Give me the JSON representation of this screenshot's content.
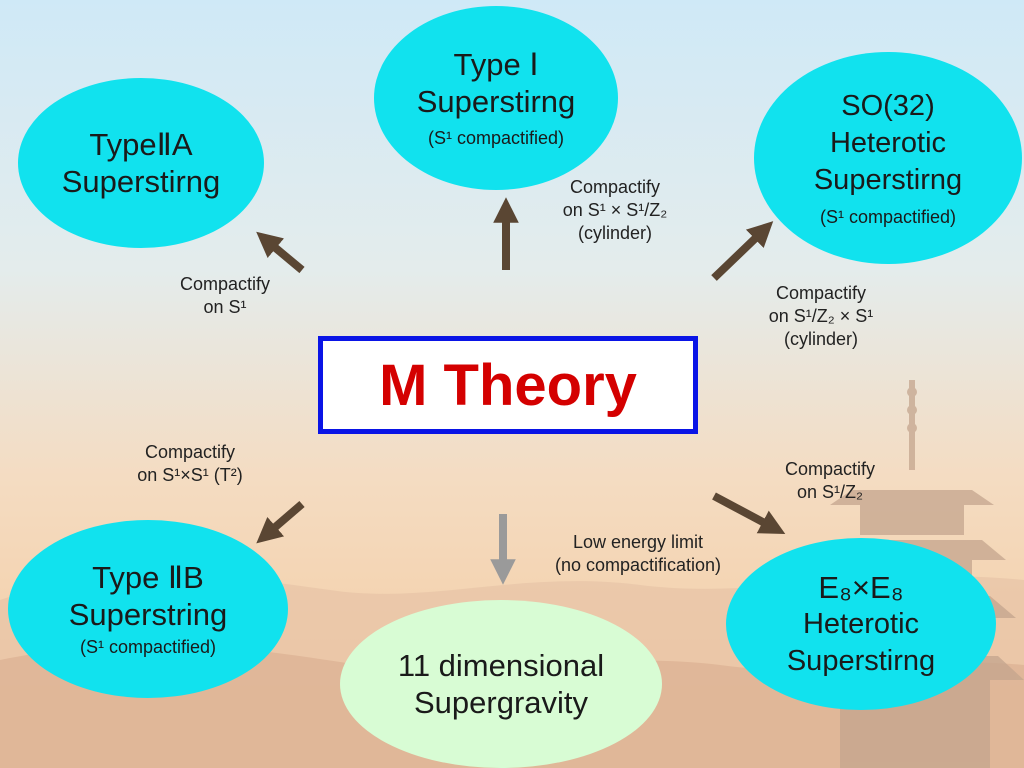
{
  "title": "M Theory",
  "nodes": {
    "type1": {
      "line1": "Type Ⅰ",
      "line2": "Superstirng",
      "note": "(S¹ compactified)"
    },
    "type2a": {
      "line1": "TypeⅡA",
      "line2": "Superstirng"
    },
    "so32": {
      "line1": "SO(32)",
      "line2": "Heterotic",
      "line3": "Superstirng",
      "note": "(S¹ compactified)"
    },
    "type2b": {
      "line1": "Type ⅡB",
      "line2": "Superstring",
      "note": "(S¹ compactified)"
    },
    "sugra": {
      "line1": "11 dimensional",
      "line2": "Supergravity"
    },
    "e8": {
      "line1": "E₈×E₈",
      "line2": "Heterotic",
      "line3": "Superstirng"
    }
  },
  "edges": {
    "to_type2a": {
      "line1": "Compactify",
      "line2": "on S¹"
    },
    "to_type1": {
      "line1": "Compactify",
      "line2": "on S¹ × S¹/Z₂",
      "line3": "(cylinder)"
    },
    "to_so32": {
      "line1": "Compactify",
      "line2": "on S¹/Z₂ × S¹",
      "line3": "(cylinder)"
    },
    "to_type2b": {
      "line1": "Compactify",
      "line2": "on S¹×S¹ (T²)"
    },
    "to_sugra": {
      "line1": "Low energy limit",
      "line2": "(no compactification)"
    },
    "to_e8": {
      "line1": "Compactify",
      "line2": "on S¹/Z₂"
    }
  },
  "colors": {
    "bubble": "#11e2ee",
    "sugra_bubble": "#d8fcd4",
    "title_text": "#d40000",
    "title_border": "#0a14e6",
    "arrow": "#5a4633",
    "arrow_sugra": "#9a9a9a"
  }
}
